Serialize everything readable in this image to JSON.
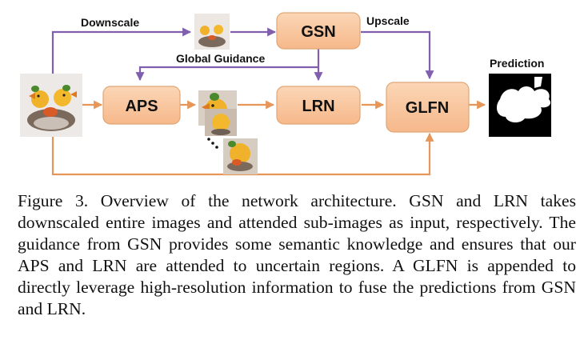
{
  "diagram": {
    "nodes": {
      "gsn": "GSN",
      "aps": "APS",
      "lrn": "LRN",
      "glfn": "GLFN"
    },
    "labels": {
      "downscale": "Downscale",
      "upscale": "Upscale",
      "global_guidance": "Global Guidance",
      "prediction": "Prediction"
    },
    "colors": {
      "node_fill": "#f9c79f",
      "node_stroke": "#e0a677",
      "purple_arrow": "#7f5fae",
      "orange_arrow": "#e7965a"
    }
  },
  "caption": {
    "text": "Figure 3. Overview of the network architecture. GSN and LRN takes downscaled entire images and attended sub-images as input, respectively. The guidance from GSN provides some semantic knowledge and ensures that our APS and LRN are attended to uncertain regions. A GLFN is appended to directly leverage high-resolution information to fuse the predictions from GSN and LRN."
  }
}
